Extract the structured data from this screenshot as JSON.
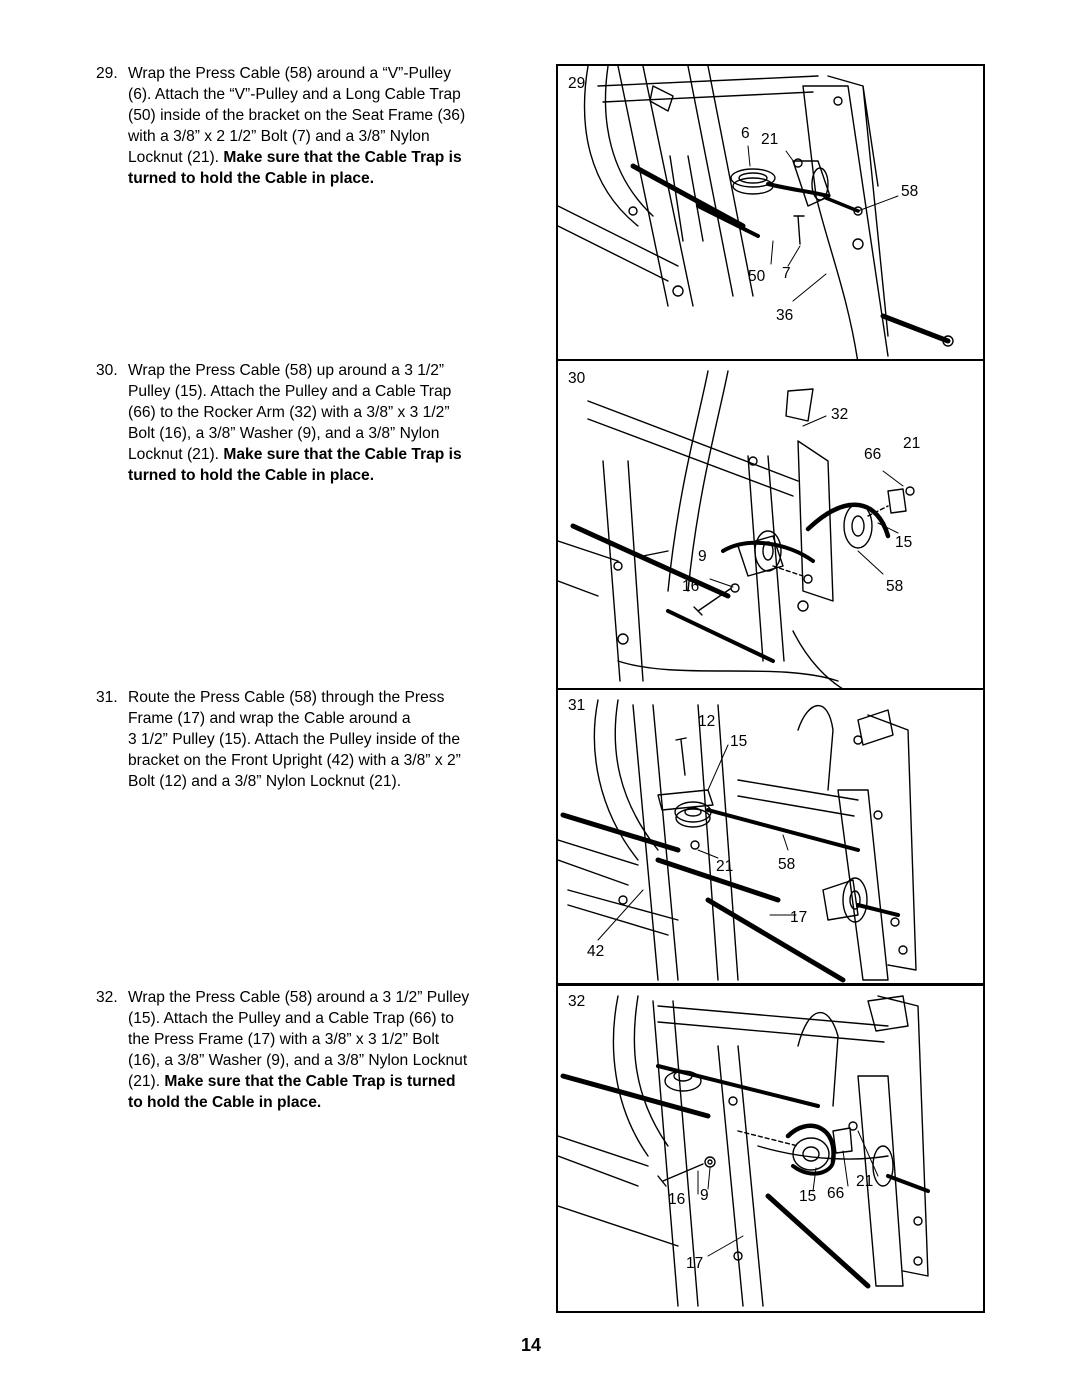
{
  "steps": [
    {
      "number": "29.",
      "lines": [
        "Wrap the Press Cable (58) around a “V”-Pulley",
        "(6). Attach the “V”-Pulley and a Long Cable Trap",
        "(50) inside of the bracket on the Seat Frame (36)",
        "with a 3/8” x 2 1/2” Bolt (7) and a 3/8” Nylon",
        "Locknut (21). "
      ],
      "bold_inline": "Make sure that the Cable Trap is",
      "bold_last": "turned to hold the Cable in place."
    },
    {
      "number": "30.",
      "lines": [
        "Wrap the Press Cable (58) up around a 3 1/2”",
        "Pulley (15). Attach the Pulley and a Cable Trap",
        "(66) to the Rocker Arm (32) with a 3/8” x 3 1/2”",
        "Bolt (16), a 3/8” Washer (9), and a 3/8” Nylon",
        "Locknut (21). "
      ],
      "bold_inline": "Make sure that the Cable Trap is",
      "bold_last": "turned to hold the Cable in place."
    },
    {
      "number": "31.",
      "lines": [
        "Route the Press Cable (58) through the Press",
        "Frame (17) and wrap the Cable around a",
        "3 1/2” Pulley (15). Attach the Pulley inside of the",
        "bracket on the Front Upright (42) with a 3/8” x 2”",
        "Bolt (12) and a 3/8” Nylon Locknut (21)."
      ]
    },
    {
      "number": "32.",
      "lines": [
        "Wrap the Press Cable (58) around a 3 1/2” Pulley",
        "(15). Attach the Pulley and a Cable Trap (66) to",
        "the Press Frame (17) with a 3/8” x 3 1/2” Bolt",
        "(16), a 3/8” Washer (9), and a 3/8” Nylon Locknut",
        "(21). "
      ],
      "bold_inline": "Make sure that the Cable Trap is turned",
      "bold_last": "to hold the Cable in place."
    }
  ],
  "figures": [
    {
      "step_label": "29",
      "callouts": [
        "6",
        "21",
        "58",
        "50",
        "7",
        "36"
      ]
    },
    {
      "step_label": "30",
      "callouts": [
        "32",
        "21",
        "66",
        "15",
        "9",
        "16",
        "58"
      ]
    },
    {
      "step_label": "31",
      "callouts": [
        "12",
        "15",
        "21",
        "58",
        "17",
        "42"
      ]
    },
    {
      "step_label": "32",
      "callouts": [
        "21",
        "16",
        "9",
        "15",
        "66",
        "17"
      ]
    }
  ],
  "page_number": "14"
}
